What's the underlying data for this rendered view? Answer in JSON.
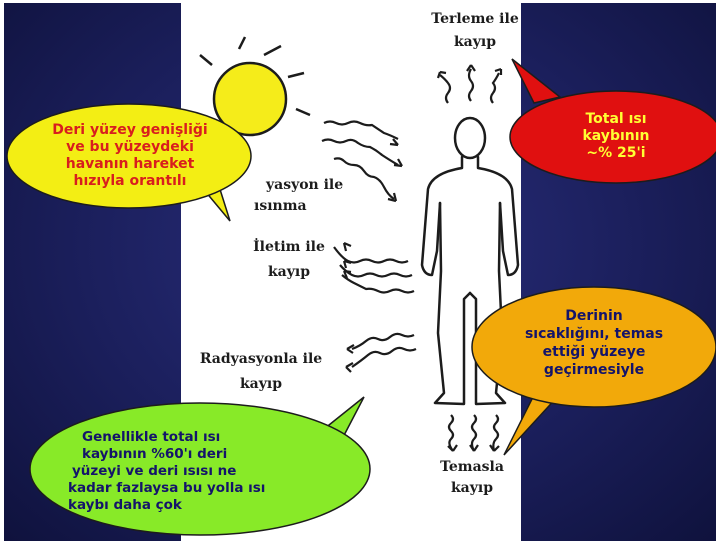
{
  "labels": {
    "sweat": [
      "Terleme ile",
      "kayıp"
    ],
    "radiation_heating": [
      "yasyon ile",
      "ısınma"
    ],
    "conduction": [
      "İletim  ile",
      "kayıp"
    ],
    "radiation_loss": [
      "Radyasyonla  ile",
      "kayıp"
    ],
    "contact": [
      "Temasla",
      "kayıp"
    ]
  },
  "callouts": {
    "yellow": {
      "lines": [
        "Deri yüzey genişliği",
        "ve bu yüzeydeki",
        "havanın hareket",
        "hızıyla orantılı"
      ],
      "fill": "#f3ee14",
      "text_color": "#d81e1e"
    },
    "red": {
      "lines": [
        "Total ısı",
        "kaybının",
        "~% 25'i"
      ],
      "fill": "#e01010",
      "text_color": "#ffff33"
    },
    "orange": {
      "lines": [
        "Derinin",
        "sıcaklığını, temas",
        "ettiği yüzeye",
        "geçirmesiyle"
      ],
      "fill": "#f2a90a",
      "text_color": "#14146a"
    },
    "green": {
      "lines": [
        "Genellikle total ısı",
        "kaybının %60'ı deri",
        "yüzeyi ve deri ısısı ne",
        "kadar fazlaysa bu yolla ısı",
        "kaybı daha çok"
      ],
      "fill": "#88ea28",
      "text_color": "#14146a"
    }
  },
  "colors": {
    "background": "#1b1f5c",
    "panel": "#ffffff",
    "ink": "#1c1c1c",
    "sun": "#f5ec1a"
  },
  "icons": [
    "sun-icon",
    "human-body-icon",
    "wavy-arrow-icon"
  ]
}
